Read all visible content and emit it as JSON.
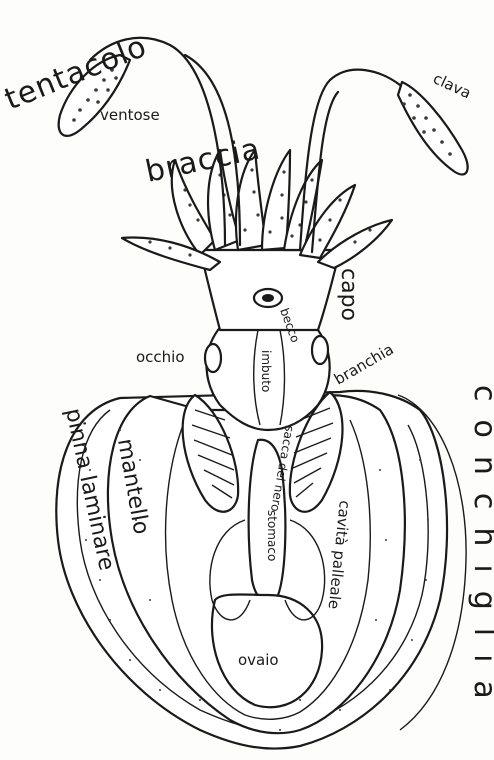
{
  "diagram": {
    "labels": {
      "tentacolo": "tentacolo",
      "ventose": "ventose",
      "clava": "clava",
      "braccia": "braccia",
      "capo": "capo",
      "becco": "becco",
      "occhio": "occhio",
      "branchia": "branchia",
      "imbuto": "imbuto",
      "sacca_nero": "sacca del nero",
      "mantello": "mantello",
      "pinna_laminare": "pinna laminare",
      "cavita_palleale": "cavità palleale",
      "ovaio": "ovaio",
      "conchiglia": "conchiglia",
      "stomaco": "stomaco"
    }
  }
}
